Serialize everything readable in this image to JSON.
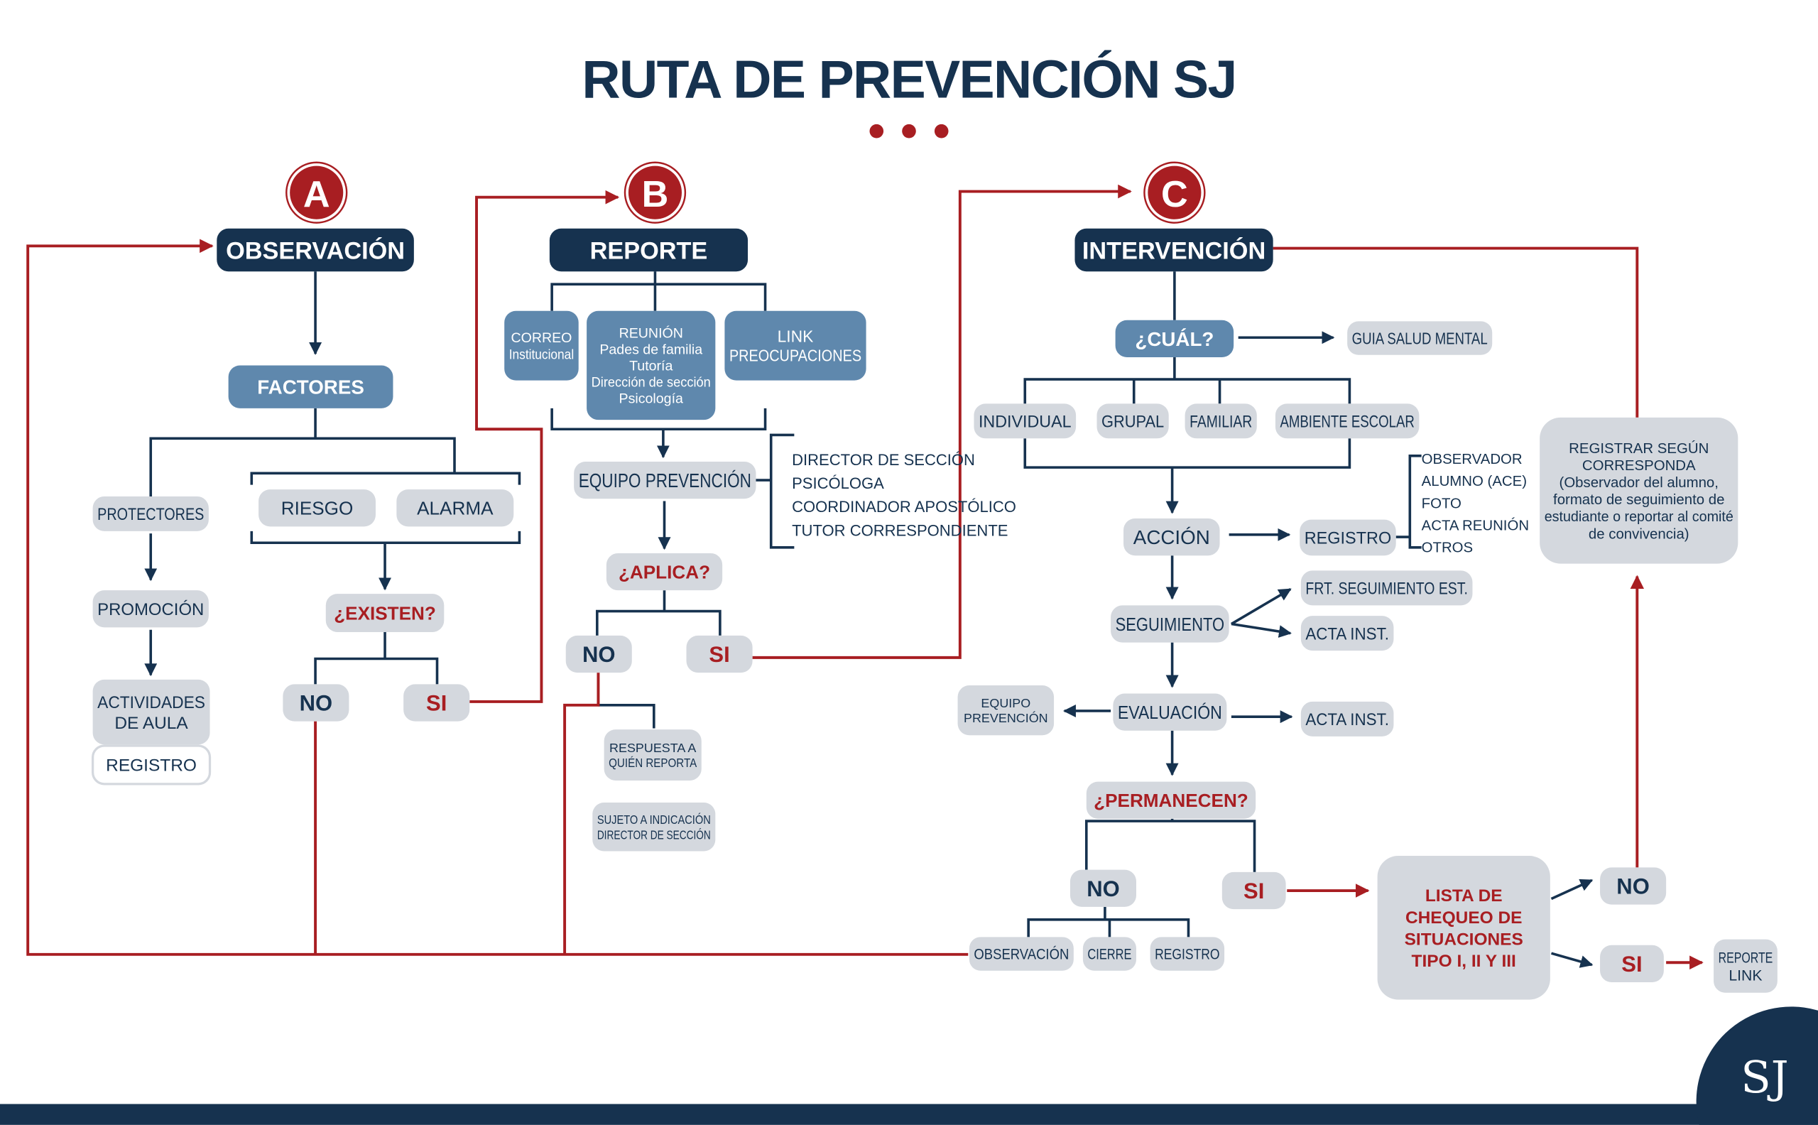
{
  "title": "RUTA DE PREVENCIÓN SJ",
  "colors": {
    "navy": "#16324f",
    "steel": "#5f88ad",
    "gray": "#d4d8de",
    "red": "#a81e22"
  },
  "a": {
    "badge": "A",
    "header": "OBSERVACIÓN",
    "factores": "FACTORES",
    "protectores": "PROTECTORES",
    "riesgo": "RIESGO",
    "alarma": "ALARMA",
    "promocion": "PROMOCIÓN",
    "actividades": [
      "ACTIVIDADES",
      "DE AULA"
    ],
    "registro": "REGISTRO",
    "existen": "¿EXISTEN?",
    "no": "NO",
    "si": "SI"
  },
  "b": {
    "badge": "B",
    "header": "REPORTE",
    "correo": [
      "CORREO",
      "Institucional"
    ],
    "reunion": [
      "REUNIÓN",
      "Pades de familia",
      "Tutoría",
      "Dirección de sección",
      "Psicología"
    ],
    "link": [
      "LINK",
      "PREOCUPACIONES"
    ],
    "equipo": "EQUIPO PREVENCIÓN",
    "miembros": [
      "DIRECTOR DE SECCIÓN",
      "PSICÓLOGA",
      "COORDINADOR APOSTÓLICO",
      "TUTOR CORRESPONDIENTE"
    ],
    "aplica": "¿APLICA?",
    "no": "NO",
    "si": "SI",
    "respuesta": [
      "RESPUESTA A",
      "QUIÉN REPORTA"
    ],
    "sujeto": [
      "SUJETO A INDICACIÓN",
      "DIRECTOR DE SECCIÓN"
    ]
  },
  "c": {
    "badge": "C",
    "header": "INTERVENCIÓN",
    "cual": "¿CUÁL?",
    "guia": "GUIA SALUD MENTAL",
    "tipos": [
      "INDIVIDUAL",
      "GRUPAL",
      "FAMILIAR",
      "AMBIENTE ESCOLAR"
    ],
    "accion": "ACCIÓN",
    "registro": "REGISTRO",
    "registro_items": [
      "OBSERVADOR",
      "ALUMNO (ACE)",
      "FOTO",
      "ACTA REUNIÓN",
      "OTROS"
    ],
    "seguimiento": "SEGUIMIENTO",
    "frt": "FRT. SEGUIMIENTO EST.",
    "acta_inst": "ACTA INST.",
    "evaluacion": "EVALUACIÓN",
    "equipo_prevencion": [
      "EQUIPO",
      "PREVENCIÓN"
    ],
    "permanecen": "¿PERMANECEN?",
    "no": "NO",
    "si": "SI",
    "cierres": [
      "OBSERVACIÓN",
      "CIERRE",
      "REGISTRO"
    ],
    "lista": [
      "LISTA DE",
      "CHEQUEO DE",
      "SITUACIONES",
      "TIPO I, II Y III"
    ],
    "reporte_link": [
      "REPORTE",
      "LINK"
    ],
    "registrar": [
      "REGISTRAR SEGÚN",
      "CORRESPONDA",
      "(Observador del alumno,",
      "formato de seguimiento de",
      "estudiante o reportar al comité",
      "de convivencia)"
    ]
  },
  "logo": "SJ"
}
